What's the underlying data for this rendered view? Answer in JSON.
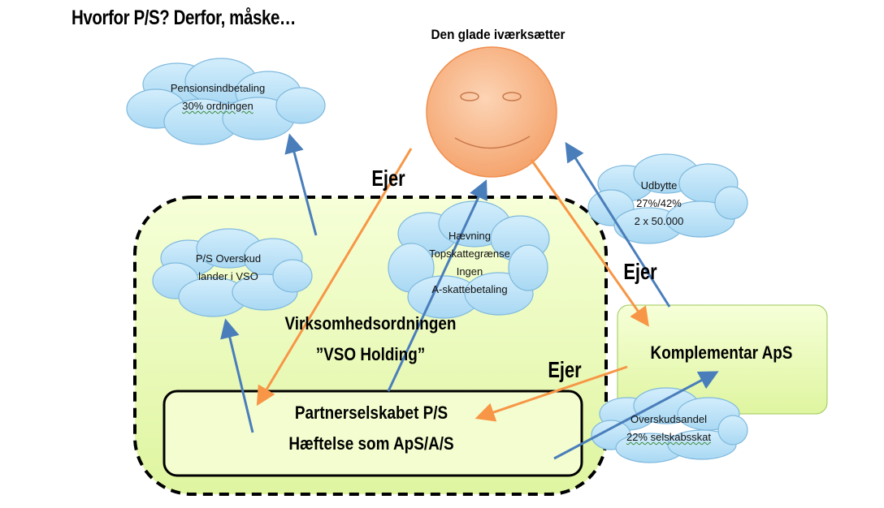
{
  "title": "Hvorfor P/S? Derfor, måske…",
  "person_label": "Den glade iværksætter",
  "clouds": {
    "pension": [
      "Pensionsindbetaling",
      "30% ordningen"
    ],
    "ps_overskud": [
      "P/S Overskud",
      "lander i VSO"
    ],
    "haevning": [
      "Hævning",
      "Topskattegrænse",
      "Ingen",
      "A-skattebetaling"
    ],
    "udbytte": [
      "Udbytte",
      "27%/42%",
      "2 x 50.000"
    ],
    "overskudsandel": [
      "Overskudsandel",
      "22% selskabsskat"
    ]
  },
  "vso": {
    "line1": "Virksomhedsordningen",
    "line2": "”VSO Holding”"
  },
  "ps": {
    "line1": "Partnerselskabet P/S",
    "line2": "Hæftelse som ApS/A/S"
  },
  "komplementar": "Komplementar ApS",
  "ejer_labels": [
    "Ejer",
    "Ejer",
    "Ejer"
  ],
  "colors": {
    "green_fill": "#eefcc0",
    "cloud_fill": "#bfe3f8",
    "blue_arrow": "#4a7ebb",
    "orange_arrow": "#f79646",
    "face": "#f9b88e"
  }
}
